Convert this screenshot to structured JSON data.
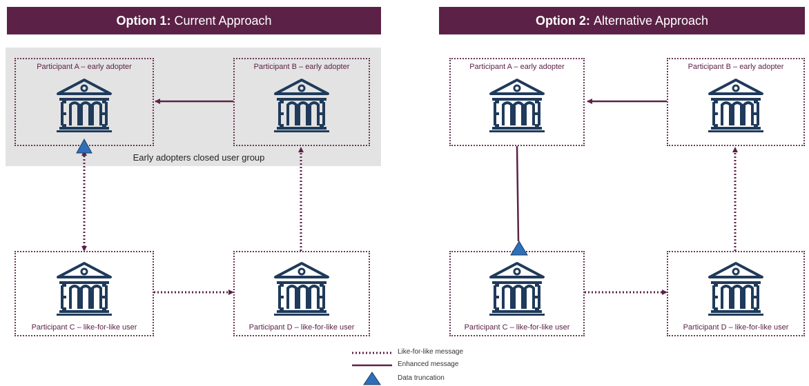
{
  "option1": {
    "title_bold": "Option 1:",
    "title_rest": "Current Approach",
    "closed_group_label": "Early adopters closed user group",
    "participants": {
      "a": "Participant A – early adopter",
      "b": "Participant B – early adopter",
      "c": "Participant C – like-for-like user",
      "d": "Participant D – like-for-like user"
    }
  },
  "option2": {
    "title_bold": "Option 2:",
    "title_rest": "Alternative Approach",
    "participants": {
      "a": "Participant A – early adopter",
      "b": "Participant B – early adopter",
      "c": "Participant C – like-for-like user",
      "d": "Participant D – like-for-like user"
    }
  },
  "legend": {
    "like_for_like": "Like-for-like message",
    "enhanced": "Enhanced message",
    "truncation": "Data truncation"
  },
  "colors": {
    "brand": "#5c2146",
    "bank_icon": "#1f3a5a",
    "truncation_marker": "#2f6fb8",
    "cug_background": "#e3e3e3"
  },
  "icons": [
    "bank-building-icon",
    "data-truncation-icon"
  ]
}
